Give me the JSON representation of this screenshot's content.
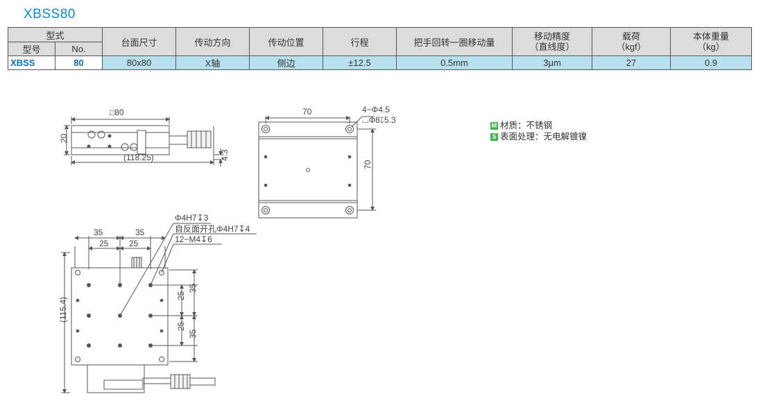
{
  "title": "XBSS80",
  "table": {
    "header_group": "型式",
    "header_model": "型号",
    "header_no": "No.",
    "col_table_size": "台面尺寸",
    "col_direction": "传动方向",
    "col_position": "传动位置",
    "col_stroke": "行程",
    "col_handle_travel": "把手回转一圈移动量",
    "col_precision_1": "移动精度",
    "col_precision_2": "（直线度）",
    "col_load_1": "载荷",
    "col_load_2": "（kgf）",
    "col_weight_1": "本体重量",
    "col_weight_2": "（kg）",
    "row": {
      "model": "XBSS",
      "no": "80",
      "table_size": "80x80",
      "direction": "X轴",
      "position": "侧边",
      "stroke": "±12.5",
      "handle_travel": "0.5mm",
      "precision": "3μm",
      "load": "27",
      "weight": "0.9"
    }
  },
  "legend": {
    "material_badge": "M",
    "material": "材质：不锈钢",
    "surface_badge": "S",
    "surface": "表面处理：无电解镀镍"
  },
  "drawing": {
    "side_size": "□80",
    "side_height": "20",
    "side_length": "(118.25)",
    "side_offset": "4.3",
    "bottom_width": "70",
    "bottom_holes": "4−Φ4.5",
    "bottom_cbore": "⌴Φ8↧5.3",
    "bottom_height": "70",
    "top_pin": "Φ4H7↧3",
    "top_back_hole": "自反面开孔Φ4H7↧4",
    "top_threads": "12−M4↧6",
    "top_dim_35a": "35",
    "top_dim_35b": "35",
    "top_dim_25a": "25",
    "top_dim_25b": "25",
    "top_height": "(115.4)",
    "right_25a": "25",
    "right_35a": "35",
    "right_25b": "25",
    "right_35b": "35"
  }
}
